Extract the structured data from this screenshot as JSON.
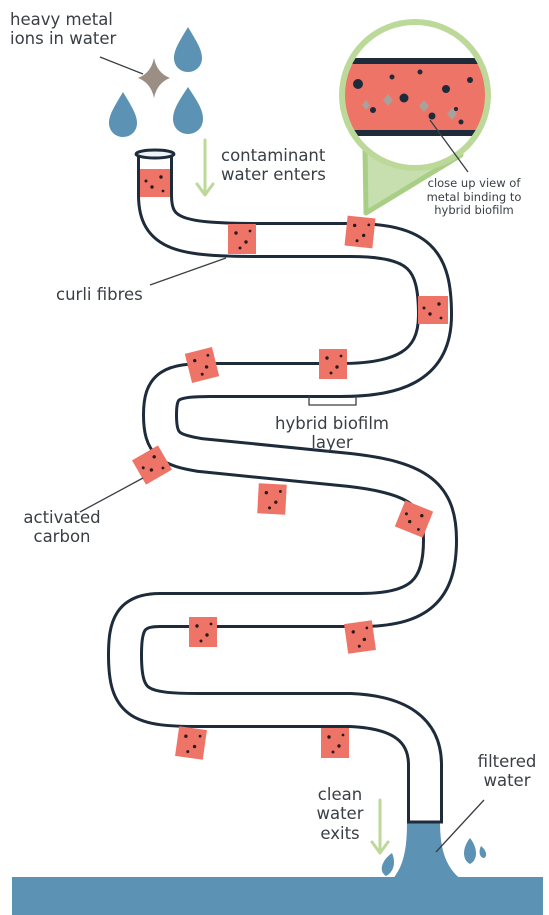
{
  "labels": {
    "heavy_metal_1": "heavy metal",
    "heavy_metal_2": "ions in water",
    "contaminant_1": "contaminant",
    "contaminant_2": "water enters",
    "closeup_1": "close up view of",
    "closeup_2": "metal binding to",
    "closeup_3": "hybrid biofilm",
    "curli": "curli fibres",
    "hybrid_1": "hybrid biofilm",
    "hybrid_2": "layer",
    "carbon_1": "activated",
    "carbon_2": "carbon",
    "filtered_1": "filtered",
    "filtered_2": "water",
    "clean_1": "clean",
    "clean_2": "water",
    "clean_3": "exits"
  },
  "colors": {
    "outline": "#1d2b3a",
    "biofilm": "#ef7468",
    "water": "#5c93b4",
    "arrow": "#bcd99a",
    "text": "#3a3f45"
  },
  "icons": [
    "water-drop-icon",
    "metal-ion-icon",
    "down-arrow-icon",
    "magnifier-circle-icon"
  ]
}
